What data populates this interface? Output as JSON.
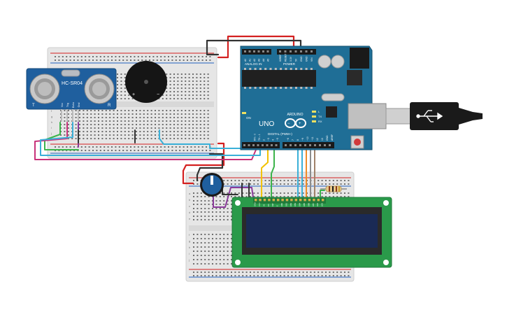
{
  "sensor": {
    "model": "HC-SR04",
    "left_mark": "T",
    "right_mark": "R",
    "pins": [
      "Vcc",
      "Trig",
      "Echo",
      "Gnd"
    ]
  },
  "buzzer": {
    "plus": "+",
    "minus": "−"
  },
  "arduino": {
    "logo": "ARDUINO",
    "model": "UNO",
    "analog_in": "ANALOG IN",
    "power": "POWER",
    "digital": "DIGITAL (PWM~)",
    "power_pins": [
      "IOREF",
      "RESET",
      "3.3V",
      "5V",
      "GND",
      "GND",
      "VIN"
    ],
    "analog_pins": [
      "A0",
      "A1",
      "A2",
      "A3",
      "A4",
      "A5"
    ],
    "digital_pins": [
      "AREF",
      "GND",
      "13",
      "12",
      "~11",
      "~10",
      "~9",
      "8",
      "7",
      "~6",
      "~5",
      "4",
      "~3",
      "2",
      "TX→1",
      "RX←0"
    ],
    "leds": [
      "L",
      "TX",
      "RX"
    ],
    "on_led": "ON"
  },
  "lcd": {
    "pins": [
      "GND",
      "VCC",
      "V0",
      "RS",
      "RW",
      "E",
      "DB0",
      "DB1",
      "DB2",
      "DB3",
      "DB4",
      "DB5",
      "DB6",
      "DB7",
      "LED",
      "LED"
    ]
  },
  "breadboard": {
    "rows": [
      "a",
      "b",
      "c",
      "d",
      "e",
      "f",
      "g",
      "h",
      "i",
      "j"
    ]
  },
  "colors": {
    "board_blue": "#1f6e96",
    "lcd_green": "#2a9a4a",
    "lcd_screen": "#1a2a55",
    "wire_red": "#d42020",
    "wire_black": "#333333",
    "wire_blue": "#3ab0d8",
    "wire_yellow": "#f2c200",
    "wire_green": "#3cb44b",
    "wire_purple": "#8a3a9a",
    "wire_magenta": "#c8327a",
    "wire_orange": "#f08c28",
    "wire_gray": "#8c8c8c"
  }
}
